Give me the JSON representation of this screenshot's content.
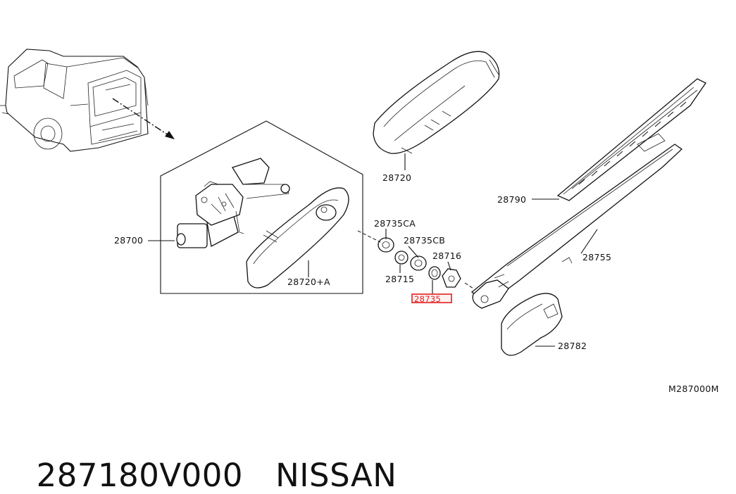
{
  "labels": {
    "part_28700": "28700",
    "part_28720": "28720",
    "part_28720A": "28720+A",
    "part_28735CA": "28735CA",
    "part_28735CB": "28735CB",
    "part_28715": "28715",
    "part_28716": "28716",
    "part_28735": "28735",
    "part_28790": "28790",
    "part_28755": "28755",
    "part_28782": "28782",
    "diagram_code": "M287000M"
  },
  "caption": {
    "part_number": "287180V000",
    "brand": "NISSAN"
  },
  "colors": {
    "line": "#111111",
    "highlight": "#e02020"
  }
}
